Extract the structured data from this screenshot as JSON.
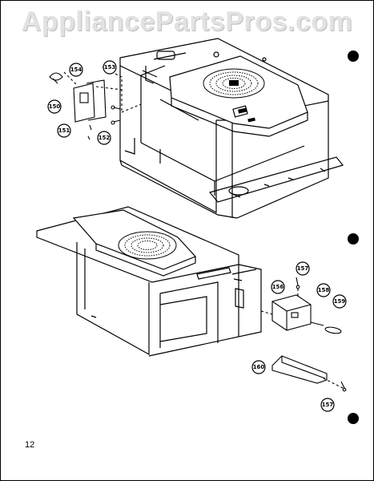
{
  "watermark": "AppliancePartsPros.com",
  "page_number": "12",
  "callouts": {
    "c154": "154",
    "c153": "153",
    "c150": "150",
    "c151": "151",
    "c152": "152",
    "c157a": "157",
    "c156": "156",
    "c158": "158",
    "c159": "159",
    "c160": "160",
    "c157b": "157"
  }
}
